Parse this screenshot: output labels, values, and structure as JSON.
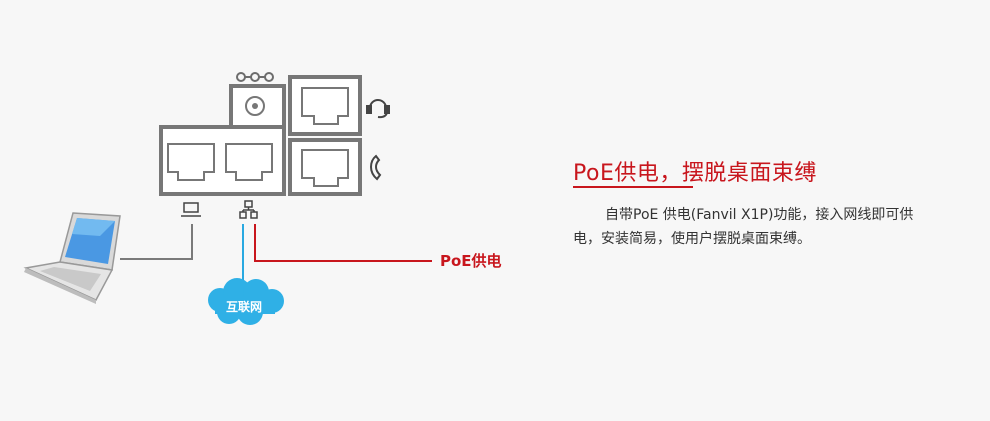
{
  "feature": {
    "title": "PoE供电，摆脱桌面束缚",
    "description": "自带PoE 供电(Fanvil X1P)功能，接入网线即可供电，安装简易，使用户摆脱桌面束缚。"
  },
  "diagram": {
    "poe_label": "PoE供电",
    "internet_label": "互联网",
    "icons": [
      "power-adapter-icon",
      "power-port-icon",
      "headset-port-icon",
      "headset-icon",
      "handset-port-icon",
      "handset-icon",
      "pc-port-icon",
      "lan-port-icon",
      "pc-icon",
      "network-icon",
      "laptop-icon",
      "internet-cloud-icon"
    ]
  },
  "colors": {
    "accent": "#c8161d",
    "network_line": "#29a9e1",
    "cloud": "#2fb0e6",
    "device_gray": "#777777",
    "background": "#f7f7f7"
  }
}
